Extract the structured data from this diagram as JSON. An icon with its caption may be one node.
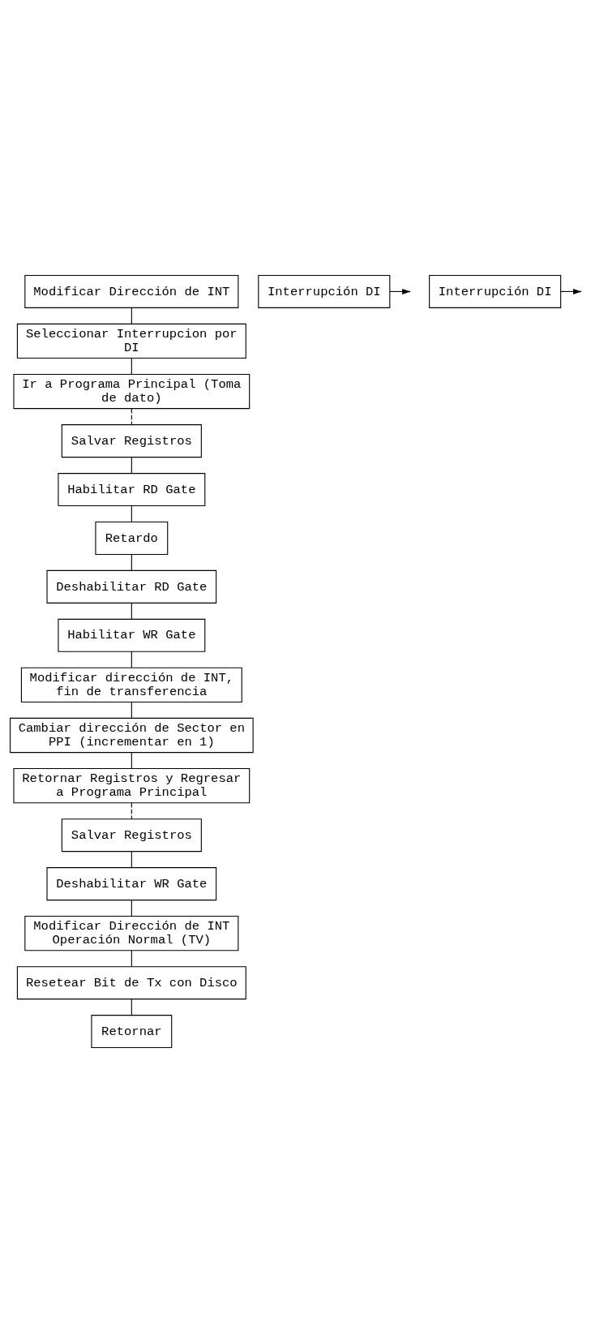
{
  "diagram": {
    "nodes": [
      {
        "text": [
          "Modificar Dirección de INT"
        ]
      },
      {
        "text": [
          "Seleccionar Interrupcion por DI"
        ]
      },
      {
        "text": [
          "Ir a Programa Principal (Toma de dato)"
        ]
      },
      {
        "text": [
          "Interrupción DI"
        ]
      },
      {
        "text": [
          "Salvar Registros"
        ]
      },
      {
        "text": [
          "Habilitar RD Gate"
        ]
      },
      {
        "text": [
          "Retardo"
        ]
      },
      {
        "text": [
          "Deshabilitar RD Gate"
        ]
      },
      {
        "text": [
          "Habilitar WR Gate"
        ]
      },
      {
        "text": [
          "Modificar dirección de INT, fin de transferencia"
        ]
      },
      {
        "text": [
          "Cambiar dirección de Sector en PPI (incrementar en 1)"
        ]
      },
      {
        "text": [
          "Retornar Registros y Regresar a Programa Principal"
        ]
      },
      {
        "text": [
          "Interrupción DI"
        ]
      },
      {
        "text": [
          "Salvar Registros"
        ]
      },
      {
        "text": [
          "Deshabilitar WR Gate"
        ]
      },
      {
        "text": [
          "Modificar Dirección de INT Operación Normal (TV)"
        ]
      },
      {
        "text": [
          "Resetear Bit de Tx con Disco"
        ]
      },
      {
        "text": [
          "Retornar"
        ]
      }
    ],
    "edges": [
      {
        "from": 0,
        "to": 1,
        "arrow": "none"
      },
      {
        "from": 1,
        "to": 2,
        "arrow": "none"
      },
      {
        "from": 2,
        "to": 4,
        "arrow": "none",
        "style": "dashed"
      },
      {
        "from": 3,
        "to": null,
        "arrow": "to"
      },
      {
        "from": 4,
        "to": 5,
        "arrow": "none"
      },
      {
        "from": 5,
        "to": 6,
        "arrow": "none"
      },
      {
        "from": 6,
        "to": 7,
        "arrow": "none"
      },
      {
        "from": 7,
        "to": 8,
        "arrow": "none"
      },
      {
        "from": 8,
        "to": 9,
        "arrow": "none"
      },
      {
        "from": 9,
        "to": 10,
        "arrow": "none"
      },
      {
        "from": 10,
        "to": 11,
        "arrow": "none"
      },
      {
        "from": 11,
        "to": 13,
        "arrow": "none",
        "style": "dashed"
      },
      {
        "from": 12,
        "to": null,
        "arrow": "to"
      },
      {
        "from": 13,
        "to": 14,
        "arrow": "none"
      },
      {
        "from": 14,
        "to": 15,
        "arrow": "none"
      },
      {
        "from": 15,
        "to": 16,
        "arrow": "none"
      },
      {
        "from": 16,
        "to": 17,
        "arrow": "none"
      }
    ]
  }
}
